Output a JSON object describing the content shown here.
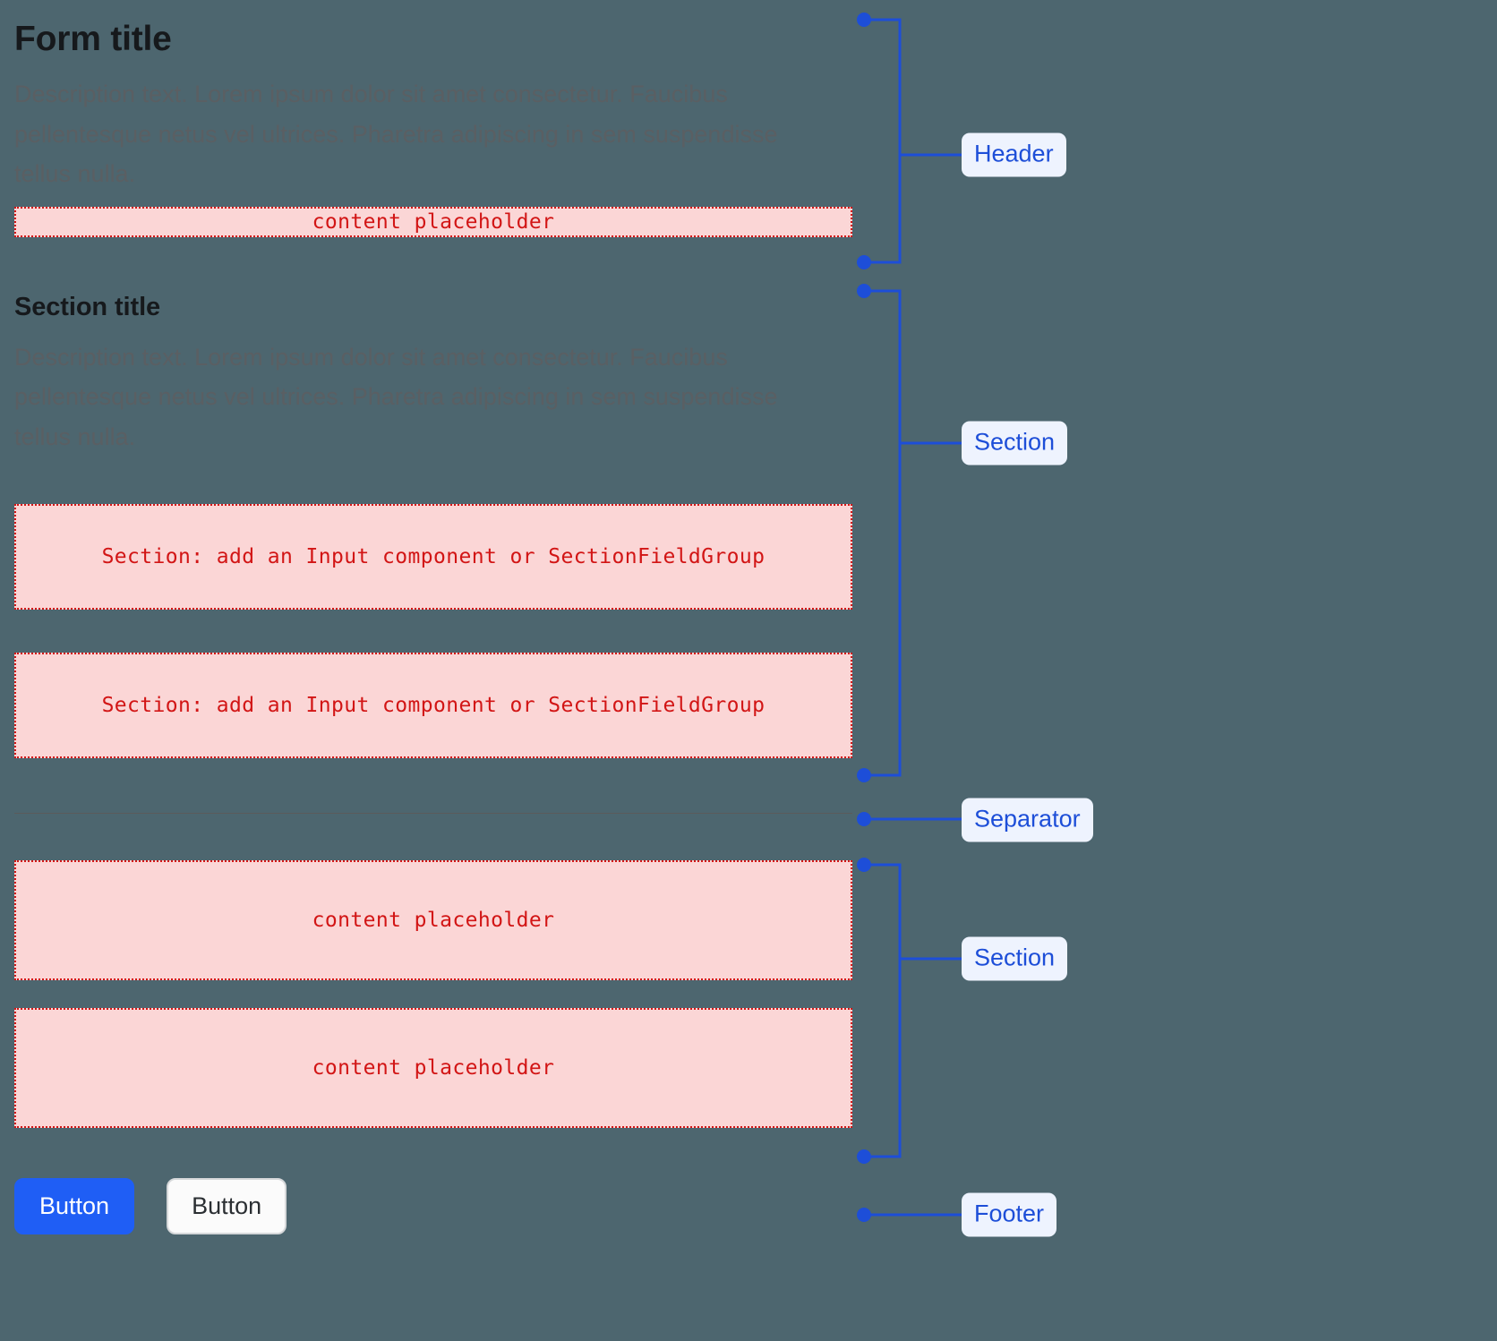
{
  "theme": {
    "background": "#4d666f",
    "annotation_accent": "#1d4ed8",
    "annotation_badge_bg": "#eef3fe",
    "placeholder_bg": "#fbd6d6",
    "placeholder_border": "#d21515",
    "placeholder_text": "#d21515",
    "heading_color": "#16191c",
    "description_color": "#5a5f63",
    "separator_color": "#5b5b5b",
    "primary_button_bg": "#1f5ef5",
    "primary_button_text": "#ffffff",
    "secondary_button_bg": "#fbfbfb",
    "secondary_button_text": "#2b2f33",
    "secondary_button_border": "#d6d8da"
  },
  "form": {
    "header": {
      "title": "Form title",
      "description": "Description text. Lorem ipsum dolor sit amet consectetur. Faucibus pellentesque netus vel ultrices. Pharetra adipiscing in sem suspendisse tellus nulla.",
      "placeholder": "content placeholder"
    },
    "section_one": {
      "title": "Section title",
      "description": "Description text. Lorem ipsum dolor sit amet consectetur. Faucibus pellentesque netus vel ultrices. Pharetra adipiscing in sem suspendisse tellus nulla.",
      "fields": [
        "Section: add an Input component or SectionFieldGroup",
        "Section: add an Input component or SectionFieldGroup"
      ]
    },
    "section_two": {
      "fields": [
        "content placeholder",
        "content placeholder"
      ]
    },
    "footer": {
      "primary_button": "Button",
      "secondary_button": "Button"
    }
  },
  "annotations": [
    {
      "id": "header",
      "label": "Header",
      "type": "bracket"
    },
    {
      "id": "section-1",
      "label": "Section",
      "type": "bracket"
    },
    {
      "id": "separator",
      "label": "Separator",
      "type": "pointer"
    },
    {
      "id": "section-2",
      "label": "Section",
      "type": "bracket"
    },
    {
      "id": "footer",
      "label": "Footer",
      "type": "pointer"
    }
  ]
}
